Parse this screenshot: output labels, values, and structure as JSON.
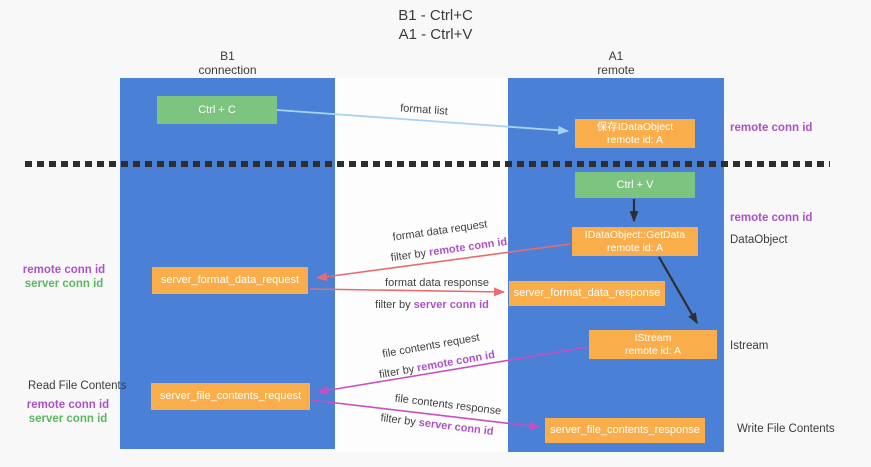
{
  "title": {
    "line1": "B1 - Ctrl+C",
    "line2": "A1 - Ctrl+V"
  },
  "lanes": {
    "left": {
      "title": "B1",
      "subtitle": "connection"
    },
    "right": {
      "title": "A1",
      "subtitle": "remote"
    }
  },
  "nodes": {
    "ctrl_c": {
      "label": "Ctrl + C"
    },
    "ctrl_v": {
      "label": "Ctrl + V"
    },
    "save_dataobject": {
      "line1": "保存IDataObject",
      "line2": "remote id: A"
    },
    "getdata": {
      "line1": "IDataObject::GetData",
      "line2": "remote id: A"
    },
    "istream": {
      "line1": "IStream",
      "line2": "remote id: A"
    },
    "server_format_data_request": {
      "label": "server_format_data_request"
    },
    "server_format_data_response": {
      "label": "server_format_data_response"
    },
    "server_file_contents_request": {
      "label": "server_file_contents_request"
    },
    "server_file_contents_response": {
      "label": "server_file_contents_response"
    }
  },
  "edge_labels": {
    "format_list": "format list",
    "format_data_request": "format data request",
    "format_data_request_filter_prefix": "filter by ",
    "format_data_request_filter_key": "remote conn id",
    "format_data_response": "format data response",
    "format_data_response_filter_prefix": "filter by ",
    "format_data_response_filter_key": "server conn id",
    "file_contents_request": "file contents request",
    "file_contents_request_filter_prefix": "filter by ",
    "file_contents_request_filter_key": "remote conn id",
    "file_contents_response": "file contents response",
    "file_contents_response_filter_prefix": "filter by ",
    "file_contents_response_filter_key": "server conn id"
  },
  "annotations": {
    "right_top_remote_conn_id": "remote conn id",
    "right_mid_remote_conn_id": "remote conn id",
    "right_dataobject": "DataObject",
    "right_istream": "Istream",
    "right_write_file_contents": "Write File Contents",
    "left_mid_remote_conn_id": "remote conn id",
    "left_mid_server_conn_id": "server conn id",
    "left_read_file_contents": "Read File Contents",
    "left_bottom_remote_conn_id": "remote conn id",
    "left_bottom_server_conn_id": "server conn id"
  },
  "colors": {
    "background": "#f8f8f8",
    "lane_blue": "#4a80d6",
    "node_orange": "#f9ae4b",
    "node_green": "#7cc47f",
    "text_dark": "#3b3b3b",
    "purple_id": "#ab53c6",
    "green_id": "#5cb763",
    "arrow_light_blue": "#a7d3f2",
    "arrow_red": "#e96b6f",
    "arrow_magenta": "#c94fc0",
    "arrow_black": "#2e2e2e",
    "divider_black": "#2e2e2e"
  }
}
